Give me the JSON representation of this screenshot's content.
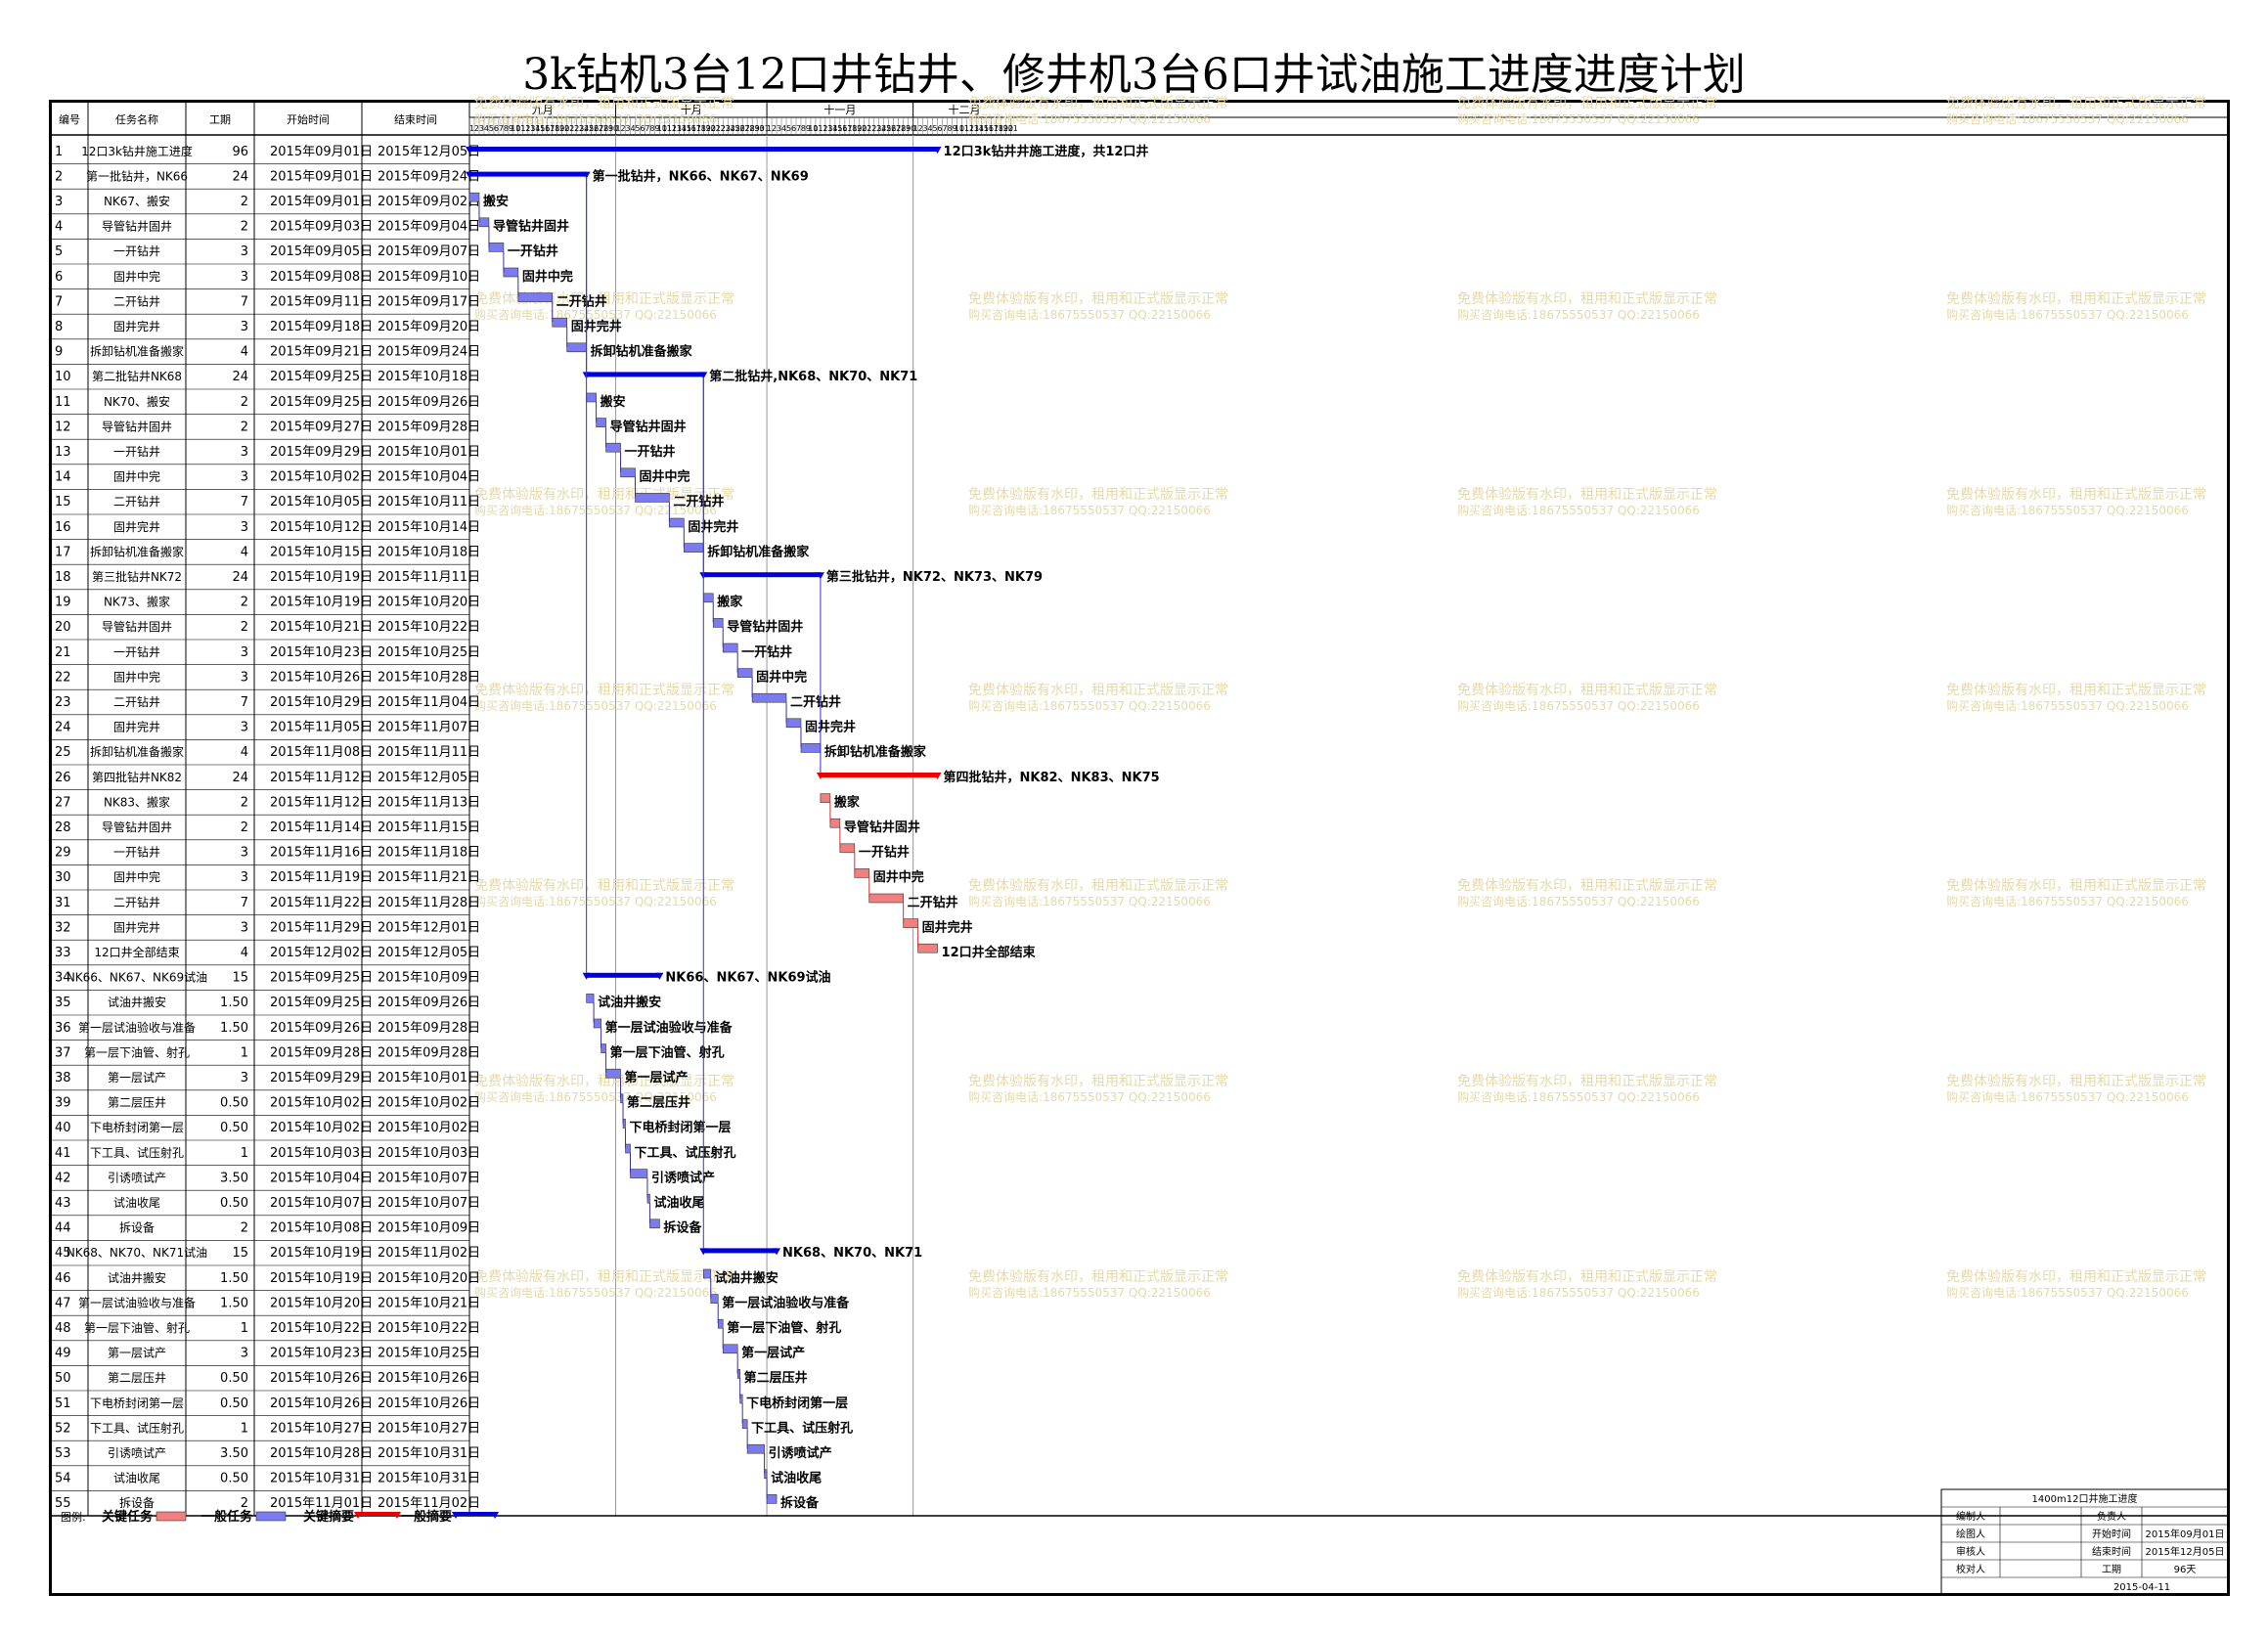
{
  "title": "3k钻机3台12口井钻井、修井机3台6口井试油施工进度进度计划",
  "table_headers": {
    "id": "编号",
    "name": "任务名称",
    "duration": "工期",
    "start": "开始时间",
    "end": "结束时间"
  },
  "months": [
    "九月",
    "十月",
    "十一月",
    "十二月"
  ],
  "watermark": {
    "line1": "免费体验版有水印，租用和正式版显示正常",
    "line2": "购买咨询电话:18675550537 QQ:22150066"
  },
  "legend": {
    "label": "图例:",
    "items": [
      {
        "name": "关键任务",
        "kind": "critical-task"
      },
      {
        "name": "一般任务",
        "kind": "normal-task"
      },
      {
        "name": "关键摘要",
        "kind": "critical-summary"
      },
      {
        "name": "一般摘要",
        "kind": "normal-summary"
      }
    ]
  },
  "info_box": {
    "title": "1400m12口井施工进度",
    "rows": [
      [
        "编制人",
        "",
        "负责人",
        ""
      ],
      [
        "绘图人",
        "",
        "开始时间",
        "2015年09月01日"
      ],
      [
        "审核人",
        "",
        "结束时间",
        "2015年12月05日"
      ],
      [
        "校对人",
        "",
        "工期",
        "96天"
      ]
    ],
    "footer": "2015-04-11"
  },
  "colors": {
    "critical": "#F08080",
    "normal": "#7B7BEF",
    "critical_summary": "#EE0000",
    "normal_summary": "#0000DD",
    "grid": "#999999"
  },
  "chart_data": {
    "type": "gantt",
    "x_axis": {
      "start": "2015-09-01",
      "end": "2015-12-21",
      "months": [
        "九月",
        "十月",
        "十一月",
        "十二月"
      ]
    },
    "tasks": [
      {
        "id": 1,
        "name": "12口3k钻井施工进度",
        "duration": "96",
        "start_text": "2015年09月01日",
        "end_text": "2015年12月05日",
        "start": 1,
        "days": 96,
        "type": "summary",
        "label": "12口3k钻井井施工进度，共12口井"
      },
      {
        "id": 2,
        "name": "第一批钻井，NK66",
        "duration": "24",
        "start_text": "2015年09月01日",
        "end_text": "2015年09月24日",
        "start": 1,
        "days": 24,
        "type": "summary",
        "label": "第一批钻井，NK66、NK67、NK69"
      },
      {
        "id": 3,
        "name": "NK67、搬安",
        "duration": "2",
        "start_text": "2015年09月01日",
        "end_text": "2015年09月02日",
        "start": 1,
        "days": 2,
        "type": "task",
        "label": "搬安"
      },
      {
        "id": 4,
        "name": "导管钻井固井",
        "duration": "2",
        "start_text": "2015年09月03日",
        "end_text": "2015年09月04日",
        "start": 3,
        "days": 2,
        "type": "task",
        "label": "导管钻井固井"
      },
      {
        "id": 5,
        "name": "一开钻井",
        "duration": "3",
        "start_text": "2015年09月05日",
        "end_text": "2015年09月07日",
        "start": 5,
        "days": 3,
        "type": "task",
        "label": "一开钻井"
      },
      {
        "id": 6,
        "name": "固井中完",
        "duration": "3",
        "start_text": "2015年09月08日",
        "end_text": "2015年09月10日",
        "start": 8,
        "days": 3,
        "type": "task",
        "label": "固井中完"
      },
      {
        "id": 7,
        "name": "二开钻井",
        "duration": "7",
        "start_text": "2015年09月11日",
        "end_text": "2015年09月17日",
        "start": 11,
        "days": 7,
        "type": "task",
        "label": "二开钻井"
      },
      {
        "id": 8,
        "name": "固井完井",
        "duration": "3",
        "start_text": "2015年09月18日",
        "end_text": "2015年09月20日",
        "start": 18,
        "days": 3,
        "type": "task",
        "label": "固井完井"
      },
      {
        "id": 9,
        "name": "拆卸钻机准备搬家",
        "duration": "4",
        "start_text": "2015年09月21日",
        "end_text": "2015年09月24日",
        "start": 21,
        "days": 4,
        "type": "task",
        "label": "拆卸钻机准备搬家"
      },
      {
        "id": 10,
        "name": "第二批钻井NK68",
        "duration": "24",
        "start_text": "2015年09月25日",
        "end_text": "2015年10月18日",
        "start": 25,
        "days": 24,
        "type": "summary",
        "label": "第二批钻井,NK68、NK70、NK71"
      },
      {
        "id": 11,
        "name": "NK70、搬安",
        "duration": "2",
        "start_text": "2015年09月25日",
        "end_text": "2015年09月26日",
        "start": 25,
        "days": 2,
        "type": "task",
        "label": "搬安"
      },
      {
        "id": 12,
        "name": "导管钻井固井",
        "duration": "2",
        "start_text": "2015年09月27日",
        "end_text": "2015年09月28日",
        "start": 27,
        "days": 2,
        "type": "task",
        "label": "导管钻井固井"
      },
      {
        "id": 13,
        "name": "一开钻井",
        "duration": "3",
        "start_text": "2015年09月29日",
        "end_text": "2015年10月01日",
        "start": 29,
        "days": 3,
        "type": "task",
        "label": "一开钻井"
      },
      {
        "id": 14,
        "name": "固井中完",
        "duration": "3",
        "start_text": "2015年10月02日",
        "end_text": "2015年10月04日",
        "start": 32,
        "days": 3,
        "type": "task",
        "label": "固井中完"
      },
      {
        "id": 15,
        "name": "二开钻井",
        "duration": "7",
        "start_text": "2015年10月05日",
        "end_text": "2015年10月11日",
        "start": 35,
        "days": 7,
        "type": "task",
        "label": "二开钻井"
      },
      {
        "id": 16,
        "name": "固井完井",
        "duration": "3",
        "start_text": "2015年10月12日",
        "end_text": "2015年10月14日",
        "start": 42,
        "days": 3,
        "type": "task",
        "label": "固井完井"
      },
      {
        "id": 17,
        "name": "拆卸钻机准备搬家",
        "duration": "4",
        "start_text": "2015年10月15日",
        "end_text": "2015年10月18日",
        "start": 45,
        "days": 4,
        "type": "task",
        "label": "拆卸钻机准备搬家"
      },
      {
        "id": 18,
        "name": "第三批钻井NK72",
        "duration": "24",
        "start_text": "2015年10月19日",
        "end_text": "2015年11月11日",
        "start": 49,
        "days": 24,
        "type": "summary",
        "label": "第三批钻井，NK72、NK73、NK79"
      },
      {
        "id": 19,
        "name": "NK73、搬家",
        "duration": "2",
        "start_text": "2015年10月19日",
        "end_text": "2015年10月20日",
        "start": 49,
        "days": 2,
        "type": "task",
        "label": "搬家"
      },
      {
        "id": 20,
        "name": "导管钻井固井",
        "duration": "2",
        "start_text": "2015年10月21日",
        "end_text": "2015年10月22日",
        "start": 51,
        "days": 2,
        "type": "task",
        "label": "导管钻井固井"
      },
      {
        "id": 21,
        "name": "一开钻井",
        "duration": "3",
        "start_text": "2015年10月23日",
        "end_text": "2015年10月25日",
        "start": 53,
        "days": 3,
        "type": "task",
        "label": "一开钻井"
      },
      {
        "id": 22,
        "name": "固井中完",
        "duration": "3",
        "start_text": "2015年10月26日",
        "end_text": "2015年10月28日",
        "start": 56,
        "days": 3,
        "type": "task",
        "label": "固井中完"
      },
      {
        "id": 23,
        "name": "二开钻井",
        "duration": "7",
        "start_text": "2015年10月29日",
        "end_text": "2015年11月04日",
        "start": 59,
        "days": 7,
        "type": "task",
        "label": "二开钻井"
      },
      {
        "id": 24,
        "name": "固井完井",
        "duration": "3",
        "start_text": "2015年11月05日",
        "end_text": "2015年11月07日",
        "start": 66,
        "days": 3,
        "type": "task",
        "label": "固井完井"
      },
      {
        "id": 25,
        "name": "拆卸钻机准备搬家",
        "duration": "4",
        "start_text": "2015年11月08日",
        "end_text": "2015年11月11日",
        "start": 69,
        "days": 4,
        "type": "task",
        "label": "拆卸钻机准备搬家"
      },
      {
        "id": 26,
        "name": "第四批钻井NK82",
        "duration": "24",
        "start_text": "2015年11月12日",
        "end_text": "2015年12月05日",
        "start": 73,
        "days": 24,
        "type": "critical-summary",
        "label": "第四批钻井，NK82、NK83、NK75"
      },
      {
        "id": 27,
        "name": "NK83、搬家",
        "duration": "2",
        "start_text": "2015年11月12日",
        "end_text": "2015年11月13日",
        "start": 73,
        "days": 2,
        "type": "critical",
        "label": "搬家"
      },
      {
        "id": 28,
        "name": "导管钻井固井",
        "duration": "2",
        "start_text": "2015年11月14日",
        "end_text": "2015年11月15日",
        "start": 75,
        "days": 2,
        "type": "critical",
        "label": "导管钻井固井"
      },
      {
        "id": 29,
        "name": "一开钻井",
        "duration": "3",
        "start_text": "2015年11月16日",
        "end_text": "2015年11月18日",
        "start": 77,
        "days": 3,
        "type": "critical",
        "label": "一开钻井"
      },
      {
        "id": 30,
        "name": "固井中完",
        "duration": "3",
        "start_text": "2015年11月19日",
        "end_text": "2015年11月21日",
        "start": 80,
        "days": 3,
        "type": "critical",
        "label": "固井中完"
      },
      {
        "id": 31,
        "name": "二开钻井",
        "duration": "7",
        "start_text": "2015年11月22日",
        "end_text": "2015年11月28日",
        "start": 83,
        "days": 7,
        "type": "critical",
        "label": "二开钻井"
      },
      {
        "id": 32,
        "name": "固井完井",
        "duration": "3",
        "start_text": "2015年11月29日",
        "end_text": "2015年12月01日",
        "start": 90,
        "days": 3,
        "type": "critical",
        "label": "固井完井"
      },
      {
        "id": 33,
        "name": "12口井全部结束",
        "duration": "4",
        "start_text": "2015年12月02日",
        "end_text": "2015年12月05日",
        "start": 93,
        "days": 4,
        "type": "critical",
        "label": "12口井全部结束"
      },
      {
        "id": 34,
        "name": "NK66、NK67、NK69试油",
        "duration": "15",
        "start_text": "2015年09月25日",
        "end_text": "2015年10月09日",
        "start": 25,
        "days": 15,
        "type": "summary",
        "label": "NK66、NK67、NK69试油"
      },
      {
        "id": 35,
        "name": "试油井搬安",
        "duration": "1.50",
        "start_text": "2015年09月25日",
        "end_text": "2015年09月26日",
        "start": 25,
        "days": 1.5,
        "type": "task",
        "label": "试油井搬安"
      },
      {
        "id": 36,
        "name": "第一层试油验收与准备",
        "duration": "1.50",
        "start_text": "2015年09月26日",
        "end_text": "2015年09月28日",
        "start": 26.5,
        "days": 1.5,
        "type": "task",
        "label": "第一层试油验收与准备"
      },
      {
        "id": 37,
        "name": "第一层下油管、射孔",
        "duration": "1",
        "start_text": "2015年09月28日",
        "end_text": "2015年09月28日",
        "start": 28,
        "days": 1,
        "type": "task",
        "label": "第一层下油管、射孔"
      },
      {
        "id": 38,
        "name": "第一层试产",
        "duration": "3",
        "start_text": "2015年09月29日",
        "end_text": "2015年10月01日",
        "start": 29,
        "days": 3,
        "type": "task",
        "label": "第一层试产"
      },
      {
        "id": 39,
        "name": "第二层压井",
        "duration": "0.50",
        "start_text": "2015年10月02日",
        "end_text": "2015年10月02日",
        "start": 32,
        "days": 0.5,
        "type": "task",
        "label": "第二层压井"
      },
      {
        "id": 40,
        "name": "下电桥封闭第一层",
        "duration": "0.50",
        "start_text": "2015年10月02日",
        "end_text": "2015年10月02日",
        "start": 32.5,
        "days": 0.5,
        "type": "task",
        "label": "下电桥封闭第一层"
      },
      {
        "id": 41,
        "name": "下工具、试压射孔",
        "duration": "1",
        "start_text": "2015年10月03日",
        "end_text": "2015年10月03日",
        "start": 33,
        "days": 1,
        "type": "task",
        "label": "下工具、试压射孔"
      },
      {
        "id": 42,
        "name": "引诱喷试产",
        "duration": "3.50",
        "start_text": "2015年10月04日",
        "end_text": "2015年10月07日",
        "start": 34,
        "days": 3.5,
        "type": "task",
        "label": "引诱喷试产"
      },
      {
        "id": 43,
        "name": "试油收尾",
        "duration": "0.50",
        "start_text": "2015年10月07日",
        "end_text": "2015年10月07日",
        "start": 37.5,
        "days": 0.5,
        "type": "task",
        "label": "试油收尾"
      },
      {
        "id": 44,
        "name": "拆设备",
        "duration": "2",
        "start_text": "2015年10月08日",
        "end_text": "2015年10月09日",
        "start": 38,
        "days": 2,
        "type": "task",
        "label": "拆设备"
      },
      {
        "id": 45,
        "name": "NK68、NK70、NK71试油",
        "duration": "15",
        "start_text": "2015年10月19日",
        "end_text": "2015年11月02日",
        "start": 49,
        "days": 15,
        "type": "summary",
        "label": "NK68、NK70、NK71"
      },
      {
        "id": 46,
        "name": "试油井搬安",
        "duration": "1.50",
        "start_text": "2015年10月19日",
        "end_text": "2015年10月20日",
        "start": 49,
        "days": 1.5,
        "type": "task",
        "label": "试油井搬安"
      },
      {
        "id": 47,
        "name": "第一层试油验收与准备",
        "duration": "1.50",
        "start_text": "2015年10月20日",
        "end_text": "2015年10月21日",
        "start": 50.5,
        "days": 1.5,
        "type": "task",
        "label": "第一层试油验收与准备"
      },
      {
        "id": 48,
        "name": "第一层下油管、射孔",
        "duration": "1",
        "start_text": "2015年10月22日",
        "end_text": "2015年10月22日",
        "start": 52,
        "days": 1,
        "type": "task",
        "label": "第一层下油管、射孔"
      },
      {
        "id": 49,
        "name": "第一层试产",
        "duration": "3",
        "start_text": "2015年10月23日",
        "end_text": "2015年10月25日",
        "start": 53,
        "days": 3,
        "type": "task",
        "label": "第一层试产"
      },
      {
        "id": 50,
        "name": "第二层压井",
        "duration": "0.50",
        "start_text": "2015年10月26日",
        "end_text": "2015年10月26日",
        "start": 56,
        "days": 0.5,
        "type": "task",
        "label": "第二层压井"
      },
      {
        "id": 51,
        "name": "下电桥封闭第一层",
        "duration": "0.50",
        "start_text": "2015年10月26日",
        "end_text": "2015年10月26日",
        "start": 56.5,
        "days": 0.5,
        "type": "task",
        "label": "下电桥封闭第一层"
      },
      {
        "id": 52,
        "name": "下工具、试压射孔",
        "duration": "1",
        "start_text": "2015年10月27日",
        "end_text": "2015年10月27日",
        "start": 57,
        "days": 1,
        "type": "task",
        "label": "下工具、试压射孔"
      },
      {
        "id": 53,
        "name": "引诱喷试产",
        "duration": "3.50",
        "start_text": "2015年10月28日",
        "end_text": "2015年10月31日",
        "start": 58,
        "days": 3.5,
        "type": "task",
        "label": "引诱喷试产"
      },
      {
        "id": 54,
        "name": "试油收尾",
        "duration": "0.50",
        "start_text": "2015年10月31日",
        "end_text": "2015年10月31日",
        "start": 61.5,
        "days": 0.5,
        "type": "task",
        "label": "试油收尾"
      },
      {
        "id": 55,
        "name": "拆设备",
        "duration": "2",
        "start_text": "2015年11月01日",
        "end_text": "2015年11月02日",
        "start": 62,
        "days": 2,
        "type": "task",
        "label": "拆设备"
      }
    ]
  }
}
